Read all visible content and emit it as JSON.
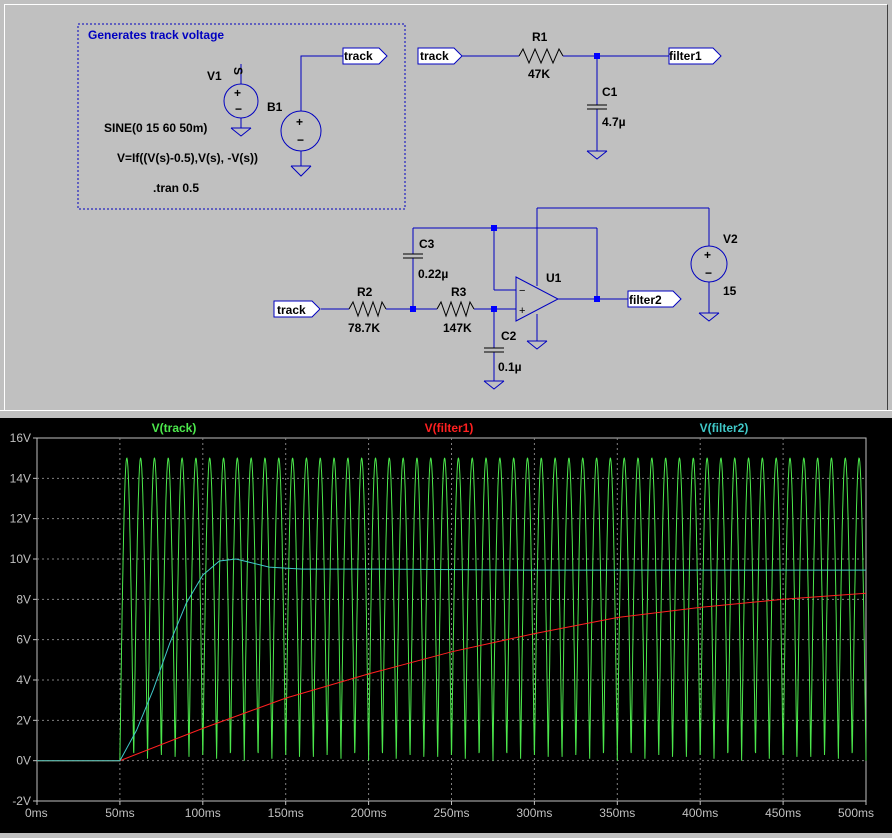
{
  "schematic": {
    "group_title": "Generates track voltage",
    "v1": {
      "name": "V1",
      "node": "S",
      "value": "SINE(0 15 60 50m)"
    },
    "b1": {
      "name": "B1",
      "expr": "V=If((V(s)-0.5),V(s), -V(s))"
    },
    "tran": ".tran 0.5",
    "net_labels": {
      "track": "track",
      "filter1": "filter1",
      "filter2": "filter2"
    },
    "r1": {
      "name": "R1",
      "value": "47K"
    },
    "c1": {
      "name": "C1",
      "value": "4.7µ"
    },
    "c3": {
      "name": "C3",
      "value": "0.22µ"
    },
    "r2": {
      "name": "R2",
      "value": "78.7K"
    },
    "r3": {
      "name": "R3",
      "value": "147K"
    },
    "c2": {
      "name": "C2",
      "value": "0.1µ"
    },
    "u1": {
      "name": "U1"
    },
    "v2": {
      "name": "V2",
      "value": "15"
    }
  },
  "colors": {
    "track": "#4ce84c",
    "filter1": "#ff2020",
    "filter2": "#40c8c8",
    "grid": "#808080"
  },
  "chart_data": {
    "type": "line",
    "x_ticks": [
      "0ms",
      "50ms",
      "100ms",
      "150ms",
      "200ms",
      "250ms",
      "300ms",
      "350ms",
      "400ms",
      "450ms",
      "500ms"
    ],
    "y_ticks": [
      "16V",
      "14V",
      "12V",
      "10V",
      "8V",
      "6V",
      "4V",
      "2V",
      "0V",
      "-2V"
    ],
    "xlim": [
      0,
      500
    ],
    "ylim": [
      -2,
      16
    ],
    "x_unit": "ms",
    "y_unit": "V",
    "grid": true,
    "series": [
      {
        "name": "V(track)",
        "kind": "full-wave rectified sine",
        "amplitude": 15,
        "frequency_hz": 60,
        "delay_ms": 50,
        "points": [
          [
            0,
            0
          ],
          [
            50,
            0
          ],
          [
            54,
            15
          ],
          [
            58.3,
            0
          ],
          [
            62.5,
            15
          ],
          [
            66.7,
            0
          ],
          [
            500,
            0
          ]
        ]
      },
      {
        "name": "V(filter1)",
        "points": [
          [
            0,
            0
          ],
          [
            50,
            0
          ],
          [
            100,
            1.6
          ],
          [
            150,
            3.1
          ],
          [
            200,
            4.3
          ],
          [
            250,
            5.4
          ],
          [
            300,
            6.3
          ],
          [
            350,
            7.1
          ],
          [
            400,
            7.6
          ],
          [
            450,
            8.0
          ],
          [
            500,
            8.3
          ]
        ]
      },
      {
        "name": "V(filter2)",
        "points": [
          [
            0,
            0
          ],
          [
            50,
            0
          ],
          [
            60,
            1.5
          ],
          [
            70,
            3.5
          ],
          [
            80,
            5.8
          ],
          [
            90,
            7.8
          ],
          [
            100,
            9.2
          ],
          [
            110,
            9.9
          ],
          [
            120,
            10.0
          ],
          [
            130,
            9.8
          ],
          [
            140,
            9.6
          ],
          [
            160,
            9.5
          ],
          [
            200,
            9.5
          ],
          [
            300,
            9.45
          ],
          [
            400,
            9.45
          ],
          [
            500,
            9.45
          ]
        ]
      }
    ]
  }
}
